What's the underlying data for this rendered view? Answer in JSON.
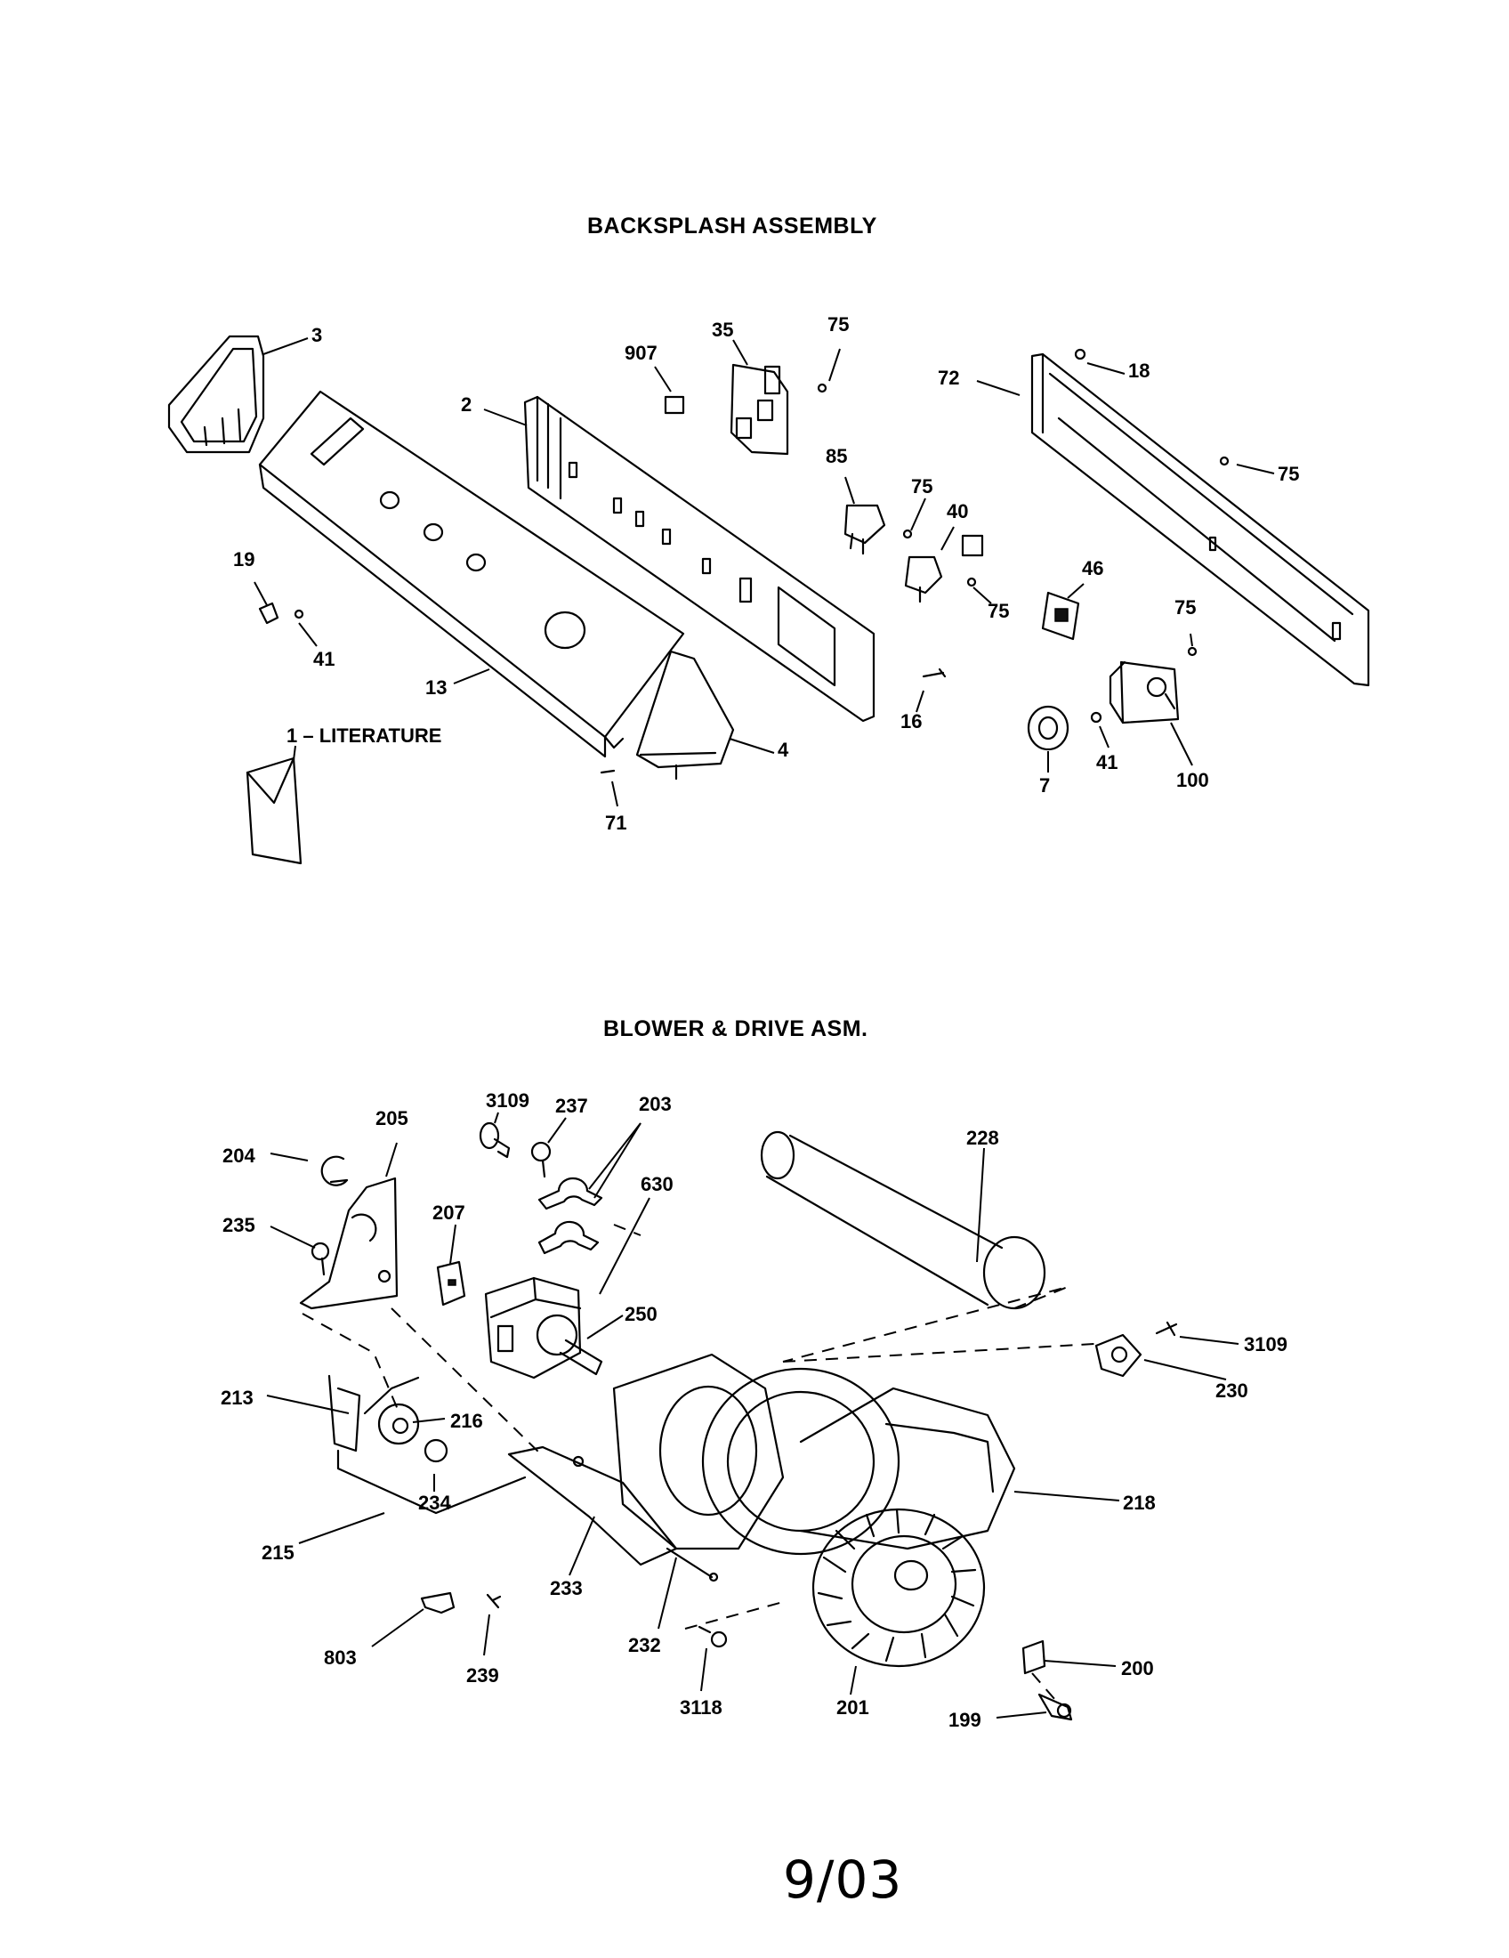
{
  "sections": {
    "backsplash": {
      "title": "BACKSPLASH ASSEMBLY"
    },
    "blower": {
      "title": "BLOWER & DRIVE ASM."
    }
  },
  "callouts": {
    "backsplash": [
      "3",
      "2",
      "907",
      "35",
      "75",
      "72",
      "18",
      "75",
      "85",
      "75",
      "40",
      "75",
      "46",
      "19",
      "41",
      "13",
      "1 – LITERATURE",
      "4",
      "71",
      "16",
      "75",
      "7",
      "41",
      "100"
    ],
    "blower": [
      "204",
      "205",
      "3109",
      "237",
      "203",
      "630",
      "228",
      "235",
      "207",
      "250",
      "3109",
      "230",
      "213",
      "216",
      "234",
      "218",
      "215",
      "233",
      "232",
      "803",
      "239",
      "3118",
      "201",
      "200",
      "199"
    ]
  },
  "footer": {
    "page": "9/03"
  }
}
